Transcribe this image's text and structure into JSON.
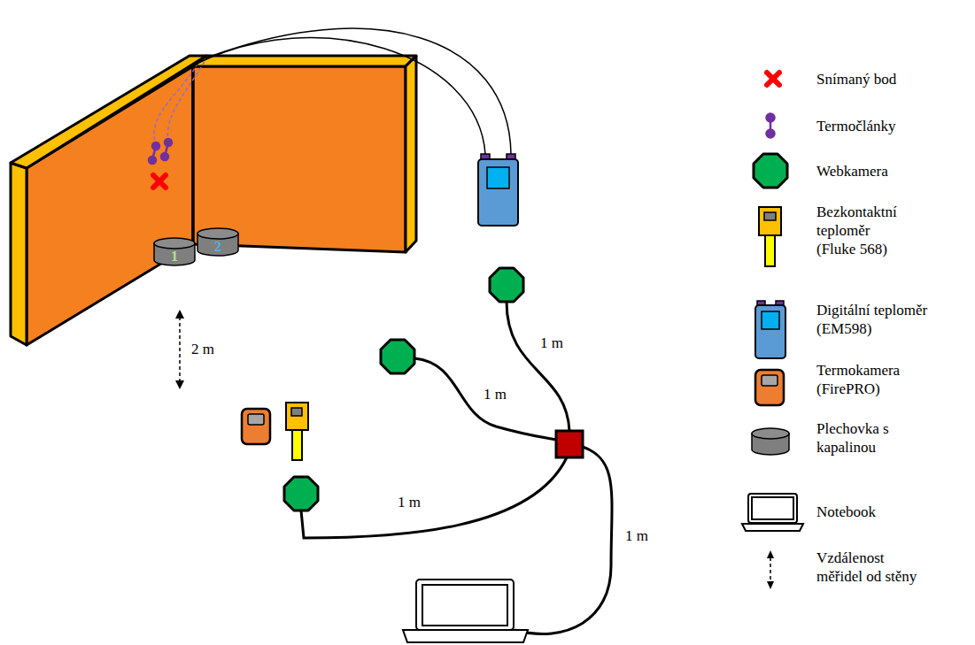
{
  "diagram": {
    "nodes": [
      {
        "text": [
          "1"
        ]
      },
      {
        "text": [
          "2"
        ]
      }
    ],
    "labels": [
      "2 m",
      "1 m",
      "1 m",
      "1 m",
      "1 m"
    ],
    "legend": [
      {
        "text": "Snímaný bod"
      },
      {
        "text": "Termočlánky"
      },
      {
        "text": "Webkamera"
      },
      {
        "text": "Bezkontaktní teploměr (Fluke 568)"
      },
      {
        "text": "Digitální teploměr (EM598)"
      },
      {
        "text": "Termokamera (FirePRO)"
      },
      {
        "text": "Plechovka s kapalinou"
      },
      {
        "text": "Notebook"
      },
      {
        "text": "Vzdálenost měřidel od stěny"
      }
    ]
  }
}
